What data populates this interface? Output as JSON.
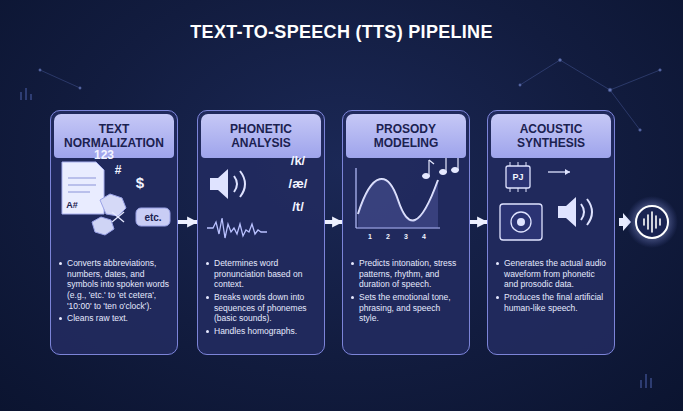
{
  "diagram": {
    "title": "TEXT-TO-SPEECH (TTS) PIPELINE",
    "nodes": [
      {
        "text": [
          "TEXT NORMALIZATION",
          "Converts abbreviations, numbers, dates, and symbols into spoken words (e.g., 'etc.' to 'et cetera', '10:00' to 'ten o'clock').",
          "Cleans raw text."
        ]
      },
      {
        "text": [
          "PHONETIC ANALYSIS",
          "Determines word pronunciation based on context.",
          "Breaks words down into sequences of phonemes (basic sounds).",
          "Handles homographs."
        ]
      },
      {
        "text": [
          "PROSODY MODELING",
          "Predicts intonation, stress patterns, rhythm, and duration of speech.",
          "Sets the emotional tone, phrasing, and speech style."
        ]
      },
      {
        "text": [
          "ACOUSTIC SYNTHESIS",
          "Generates the actual audio waveform from phonetic and prosodic data.",
          "Produces the final artificial human-like speech."
        ]
      }
    ],
    "edges": [
      {
        "from": 0,
        "to": 1,
        "arrow": "to"
      },
      {
        "from": 1,
        "to": 2,
        "arrow": "to"
      },
      {
        "from": 2,
        "to": 3,
        "arrow": "to"
      },
      {
        "from": 3,
        "to": 2,
        "arrow": "none"
      }
    ],
    "labels": [
      "123",
      "#",
      "$",
      "A#",
      "etc.",
      "/k/",
      "/æ/",
      "/t/",
      "1",
      "2",
      "3",
      "4",
      "PJ"
    ]
  }
}
